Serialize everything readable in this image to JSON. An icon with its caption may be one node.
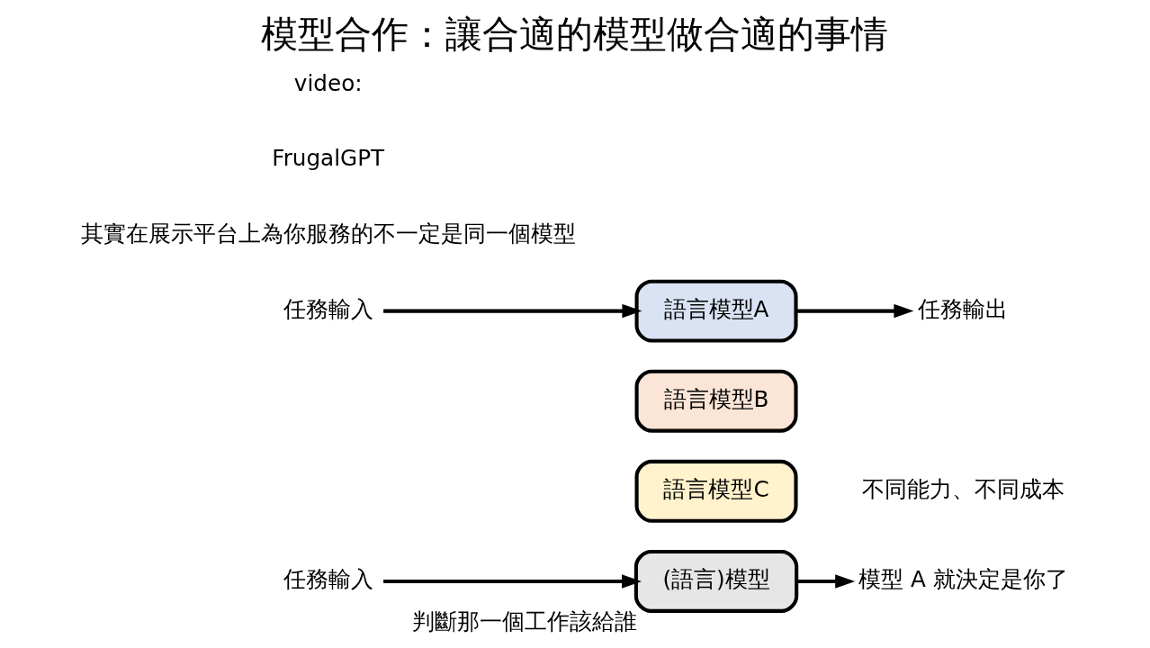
{
  "diagram": {
    "title": "模型合作：讓合適的模型做合適的事情",
    "nodes": [
      {
        "text": [
          "任務輸入"
        ]
      },
      {
        "text": [
          "(語言)模型"
        ],
        "beside": [
          "判斷那一個工作該給誰"
        ]
      },
      {
        "text": [
          "模型 A 就決定是你了"
        ]
      },
      {
        "text": [
          "任務輸入"
        ]
      },
      {
        "text": [
          "語言模型A"
        ]
      },
      {
        "text": [
          "語言模型B"
        ]
      },
      {
        "text": [
          "語言模型C"
        ]
      },
      {
        "text": [
          "任務輸出"
        ]
      }
    ],
    "edges": [
      {
        "from": 0,
        "to": 1,
        "arrow": "to"
      },
      {
        "from": 1,
        "to": 2,
        "arrow": "to"
      },
      {
        "from": 3,
        "to": 4,
        "arrow": "to"
      },
      {
        "from": 4,
        "to": 7,
        "arrow": "to"
      }
    ],
    "labels": [
      "不同能力、不同成本",
      "其實在展示平台上為你服務的不一定是同一個模型",
      "FrugalGPT",
      "video:"
    ]
  }
}
